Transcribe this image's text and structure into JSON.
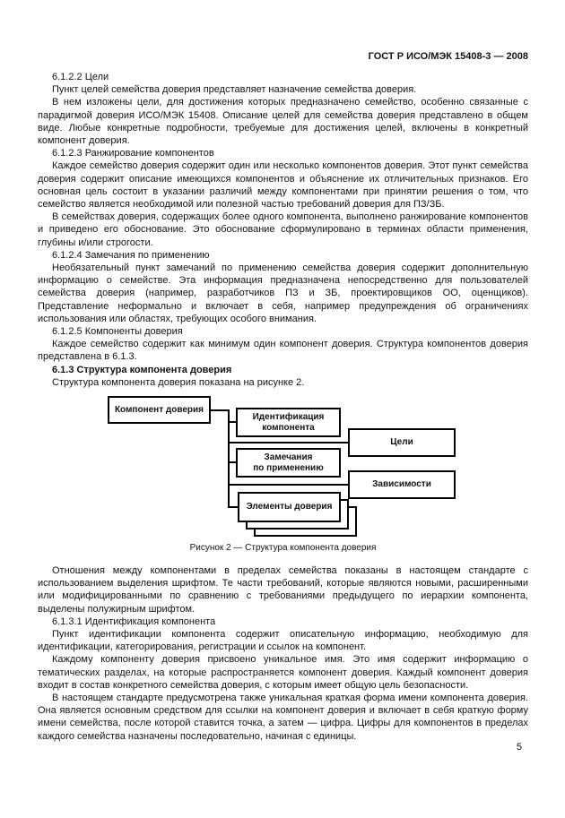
{
  "colors": {
    "background": "#ffffff",
    "text": "#121212",
    "line": "#000000"
  },
  "header": {
    "doc_code": "ГОСТ Р ИСО/МЭК 15408-3 — 2008"
  },
  "block1": [
    "6.1.2.2 Цели",
    "Пункт целей семейства доверия представляет назначение семейства доверия.",
    "В нем изложены цели, для достижения которых предназначено семейство, особенно связанные с парадигмой доверия ИСО/МЭК 15408. Описание целей для семейства доверия представлено в общем виде. Любые конкретные подробности, требуемые для достижения целей, включены в конкретный компонент доверия.",
    "6.1.2.3 Ранжирование компонентов",
    "Каждое семейство доверия содержит один или несколько компонентов доверия. Этот пункт семейства доверия содержит описание имеющихся компонентов и объяснение их отличительных признаков. Его основная цель состоит в указании различий между компонентами при принятии решения о том, что семейство является необходимой или полезной частью требований доверия для ПЗ/ЗБ.",
    "В семействах доверия, содержащих более одного компонента, выполнено ранжирование компонентов и приведено его обоснование. Это обоснование сформулировано в терминах области применения, глубины и/или строгости.",
    "6.1.2.4 Замечания по применению",
    "Необязательный пункт замечаний по применению семейства доверия содержит дополнительную информацию о семействе. Эта информация предназначена непосредственно для пользователей семейства доверия (например, разработчиков ПЗ и ЗБ, проектировщиков ОО, оценщиков). Представление неформально и включает в себя, например предупреждения об ограничениях использования или областях, требующих особого внимания.",
    "6.1.2.5 Компоненты доверия",
    "Каждое семейство содержит как минимум один компонент доверия. Структура компонентов доверия представлена в 6.1.3.",
    "6.1.3 Структура компонента доверия",
    "Структура компонента доверия показана на рисунке 2."
  ],
  "figure": {
    "caption": "Рисунок 2 — Структура компонента доверия",
    "root_box": "Компонент доверия",
    "identification_line1": "Идентификация",
    "identification_line2": "компонента",
    "objectives_box": "Цели",
    "notes_line1": "Замечания",
    "notes_line2": "по применению",
    "dependencies_box": "Зависимости",
    "elements_box": "Элементы доверия"
  },
  "block2": [
    "Отношения между компонентами в пределах семейства показаны в настоящем стандарте с использованием выделения шрифтом. Те части требований, которые являются новыми, расширенными или модифицированными по сравнению с требованиями предыдущего по иерархии компонента, выделены полужирным шрифтом.",
    "6.1.3.1 Идентификация компонента",
    "Пункт идентификации компонента содержит описательную информацию, необходимую для идентификации, категорирования, регистрации и ссылок на компонент.",
    "Каждому компоненту доверия присвоено уникальное имя. Это имя содержит информацию о тематических разделах, на которые распространяется компонент доверия. Каждый компонент доверия входит в состав конкретного семейства доверия, с которым имеет общую цель безопасности.",
    "В настоящем стандарте предусмотрена также уникальная краткая форма имени компонента доверия. Она является основным средством для ссылки на компонент доверия и включает в себя краткую форму имени семейства, после которой ставится точка, а затем — цифра. Цифры для компонентов в пределах каждого семейства назначены последовательно, начиная с единицы."
  ],
  "page_number": "5"
}
